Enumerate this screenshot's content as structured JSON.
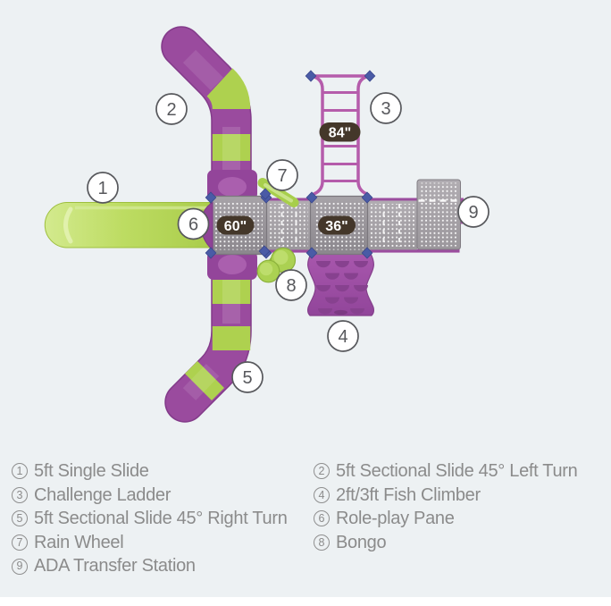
{
  "page": {
    "background_color": "#edf1f3",
    "footer_color": "#ffffff"
  },
  "palette": {
    "slide_green": "#aed14f",
    "slide_green_light": "#d3ea8e",
    "tube_purple": "#9a4b9e",
    "tube_purple_dark": "#833b8a",
    "ladder_magenta": "#b55cab",
    "deck_gray": "#97939a",
    "connector_blue": "#4a5ba6",
    "measure_pill": "#44372a",
    "callout_gray": "#57585c",
    "legend_gray": "#8b8b8b"
  },
  "diagram": {
    "measurements": {
      "deck_main": "60\"",
      "deck_secondary": "36\"",
      "ladder": "84\""
    },
    "callouts": [
      {
        "num": "1"
      },
      {
        "num": "2"
      },
      {
        "num": "3"
      },
      {
        "num": "4"
      },
      {
        "num": "5"
      },
      {
        "num": "6"
      },
      {
        "num": "7"
      },
      {
        "num": "8"
      },
      {
        "num": "9"
      }
    ]
  },
  "legend": {
    "items": [
      {
        "num": "1",
        "label": "5ft Single Slide"
      },
      {
        "num": "2",
        "label": "5ft Sectional Slide 45° Left Turn"
      },
      {
        "num": "3",
        "label": "Challenge Ladder"
      },
      {
        "num": "4",
        "label": "2ft/3ft Fish Climber"
      },
      {
        "num": "5",
        "label": "5ft Sectional Slide 45° Right Turn"
      },
      {
        "num": "6",
        "label": "Role-play Pane"
      },
      {
        "num": "7",
        "label": "Rain Wheel"
      },
      {
        "num": "8",
        "label": "Bongo"
      },
      {
        "num": "9",
        "label": "ADA Transfer Station"
      }
    ]
  }
}
